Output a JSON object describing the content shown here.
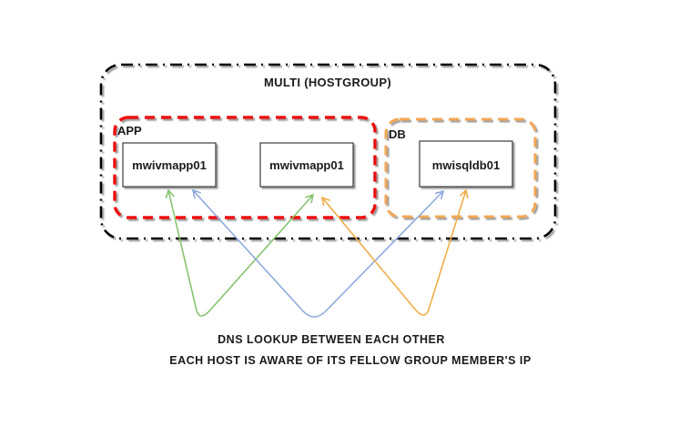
{
  "diagram": {
    "title": "MULTI (HOSTGROUP)",
    "groups": [
      {
        "label": "APP",
        "hosts": [
          "mwivmapp01",
          "mwivmapp01"
        ]
      },
      {
        "label": "DB",
        "hosts": [
          "mwisqldb01"
        ]
      }
    ],
    "arrows": [
      {
        "name": "app1-app2",
        "color_key": "arrow_green"
      },
      {
        "name": "app1-db1",
        "color_key": "arrow_blue"
      },
      {
        "name": "app2-db1",
        "color_key": "arrow_orange"
      }
    ],
    "captions": [
      {
        "text": "DNS LOOKUP BETWEEN EACH OTHER",
        "color": "#f8317e"
      },
      {
        "text": "EACH HOST IS AWARE OF ITS FELLOW GROUP MEMBER'S IP",
        "color": "#2e9ea4"
      }
    ],
    "colors": {
      "hostgroup_border": "#000000",
      "app_border": "#ee0e0e",
      "db_border": "#f3a757",
      "arrow_green": "#85c46d",
      "arrow_blue": "#8ea9dc",
      "arrow_orange": "#efae49"
    }
  }
}
